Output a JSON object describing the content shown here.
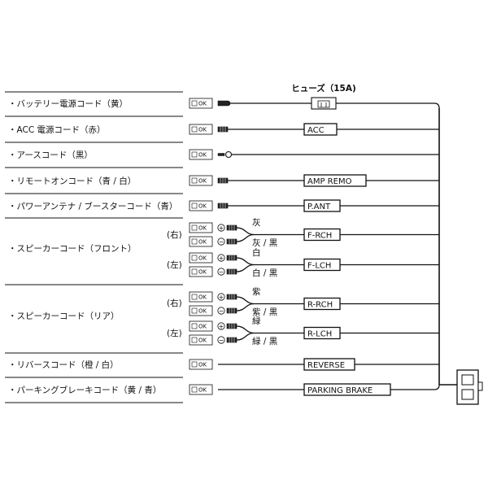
{
  "fuse": {
    "label": "ヒューズ（15A)"
  },
  "ok_text": "OK",
  "rows": [
    {
      "label": "・バッテリー電源コード（黄）",
      "tag": ""
    },
    {
      "label": "・ACC 電源コード（赤）",
      "tag": "ACC"
    },
    {
      "label": "・アースコード（黒）",
      "tag": ""
    },
    {
      "label": "・リモートオンコード（青 / 白）",
      "tag": "AMP REMO"
    },
    {
      "label": "・パワーアンテナ / ブースターコード（青）",
      "tag": "P.ANT"
    }
  ],
  "speaker_front": {
    "label": "・スピーカーコード（フロント）",
    "right": {
      "side": "(右)",
      "pos_color": "灰",
      "neg_color": "灰 / 黒",
      "tag": "F-RCH"
    },
    "left": {
      "side": "(左)",
      "pos_color": "白",
      "neg_color": "白 / 黒",
      "tag": "F-LCH"
    }
  },
  "speaker_rear": {
    "label": "・スピーカーコード（リア）",
    "right": {
      "side": "(右)",
      "pos_color": "紫",
      "neg_color": "紫 / 黒",
      "tag": "R-RCH"
    },
    "left": {
      "side": "(左)",
      "pos_color": "緑",
      "neg_color": "緑 / 黒",
      "tag": "R-LCH"
    }
  },
  "rows_bottom": [
    {
      "label": "・リバースコード（橙 / 白）",
      "tag": "REVERSE"
    },
    {
      "label": "・パーキングブレーキコード（黄 / 青）",
      "tag": "PARKING BRAKE"
    }
  ],
  "polarity": {
    "plus": "+",
    "minus": "−"
  }
}
